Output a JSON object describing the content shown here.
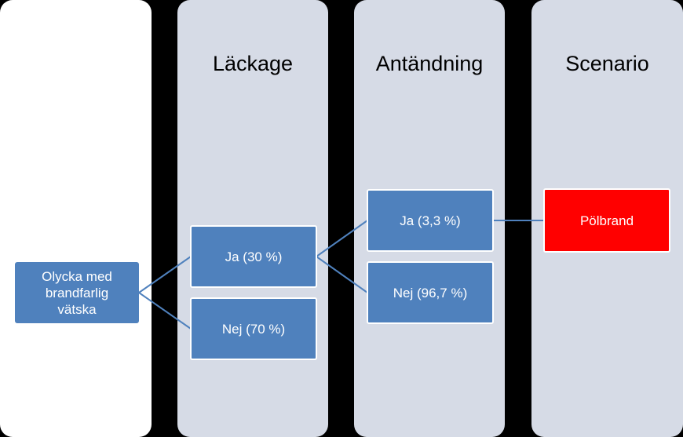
{
  "columns": [
    {
      "heading": ""
    },
    {
      "heading": "Läckage"
    },
    {
      "heading": "Antändning"
    },
    {
      "heading": "Scenario"
    }
  ],
  "nodes": {
    "root": "Olycka med brandfarlig vätska",
    "leak_yes": "Ja (30 %)",
    "leak_no": "Nej (70 %)",
    "ignition_yes": "Ja (3,3 %)",
    "ignition_no": "Nej (96,7 %)",
    "scenario": "Pölbrand"
  },
  "colors": {
    "node_fill": "#4f81bd",
    "scenario_fill": "#ff0000",
    "column_fill": "#d6dbe6",
    "background": "#000000"
  }
}
